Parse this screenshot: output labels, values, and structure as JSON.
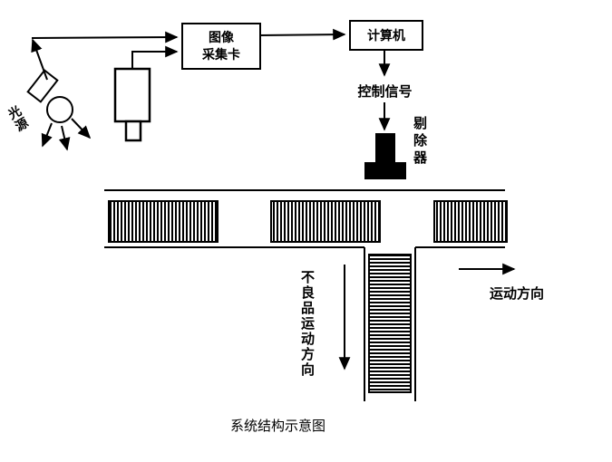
{
  "caption": "系统结构示意图",
  "nodes": {
    "light_source": {
      "label": "光源"
    },
    "capture_card": {
      "line1": "图像",
      "line2": "采集卡"
    },
    "computer": {
      "label": "计算机"
    },
    "control_signal": {
      "label": "控制信号"
    },
    "rejector": {
      "label": "剔除器"
    }
  },
  "conveyor": {
    "motion_direction_label": "运动方向",
    "defective_direction_label": "不良品运动方向"
  },
  "colors": {
    "line": "#000000",
    "background": "#ffffff",
    "ejector_fill": "#000000"
  }
}
